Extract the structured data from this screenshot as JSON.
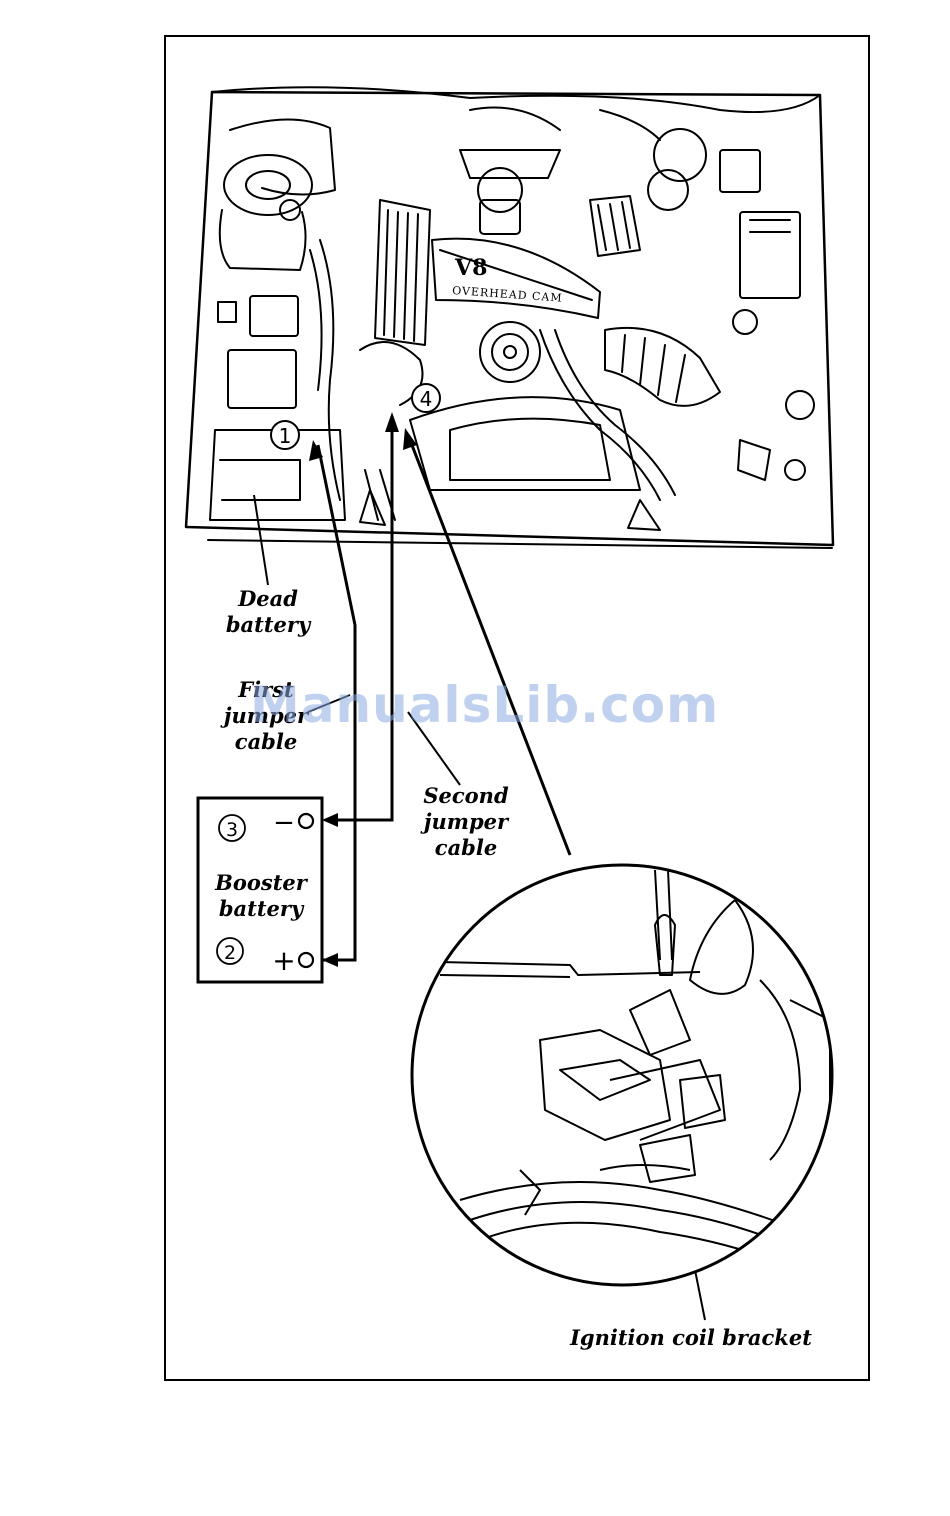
{
  "labels": {
    "dead_battery": "Dead\nbattery",
    "first_jumper": "First\njumper\ncable",
    "second_jumper": "Second\njumper\ncable",
    "booster_battery": "Booster\nbattery",
    "ignition_coil_bracket": "Ignition coil bracket"
  },
  "engine_badge": {
    "v8": "V8",
    "overhead_cam": "OVERHEAD CAM"
  },
  "steps": [
    "1",
    "2",
    "3",
    "4"
  ],
  "terminals": {
    "negative": "−",
    "positive": "+"
  },
  "watermark": "ManualsLib.com"
}
